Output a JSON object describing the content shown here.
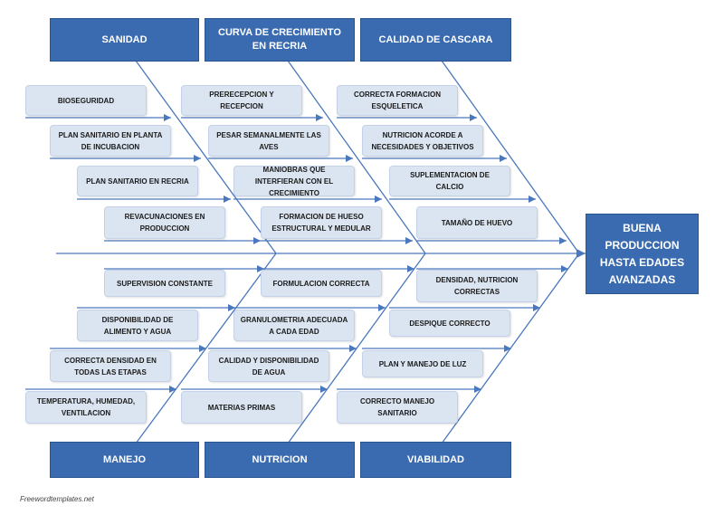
{
  "categories": {
    "sanidad": "SANIDAD",
    "curva": "CURVA DE CRECIMIENTO EN RECRIA",
    "calidad": "CALIDAD DE CASCARA",
    "manejo": "MANEJO",
    "nutricion": "NUTRICION",
    "viabilidad": "VIABILIDAD"
  },
  "effect": "BUENA PRODUCCION HASTA EDADES AVANZADAS",
  "causes": {
    "sanidad": [
      "BIOSEGURIDAD",
      "PLAN SANITARIO  EN PLANTA DE INCUBACION",
      "PLAN SANITARIO  EN RECRIA",
      "REVACUNACIONES  EN PRODUCCION"
    ],
    "curva": [
      "PRERECEPCION Y RECEPCION",
      "PESAR SEMANALMENTE LAS AVES",
      "MANIOBRAS QUE INTERFIERAN CON EL CRECIMIENTO",
      "FORMACION DE HUESO ESTRUCTURAL Y MEDULAR"
    ],
    "calidad": [
      "CORRECTA FORMACION ESQUELETICA",
      "NUTRICION ACORDE A NECESIDADES  Y OBJETIVOS",
      "SUPLEMENTACION DE CALCIO",
      "TAMAÑO DE HUEVO"
    ],
    "manejo": [
      "SUPERVISION  CONSTANTE",
      "DISPONIBILIDAD DE ALIMENTO Y AGUA",
      "CORRECTA DENSIDAD EN TODAS LAS ETAPAS",
      "TEMPERATURA,  HUMEDAD, VENTILACION"
    ],
    "nutricion": [
      "FORMULACION CORRECTA",
      "GRANULOMETRIA ADECUADA A CADA EDAD",
      "CALIDAD Y DISPONIBILIDAD DE AGUA",
      "MATERIAS PRIMAS"
    ],
    "viabilidad": [
      "DENSIDAD, NUTRICION CORRECTAS",
      "DESPIQUE CORRECTO",
      "PLAN Y MANEJO DE LUZ",
      "CORRECTO MANEJO SANITARIO"
    ]
  },
  "footer": "Freewordtemplates.net",
  "colors": {
    "header_fill": "#3a6bb0",
    "cause_fill": "#dbe5f1",
    "line": "#4a78bd"
  }
}
